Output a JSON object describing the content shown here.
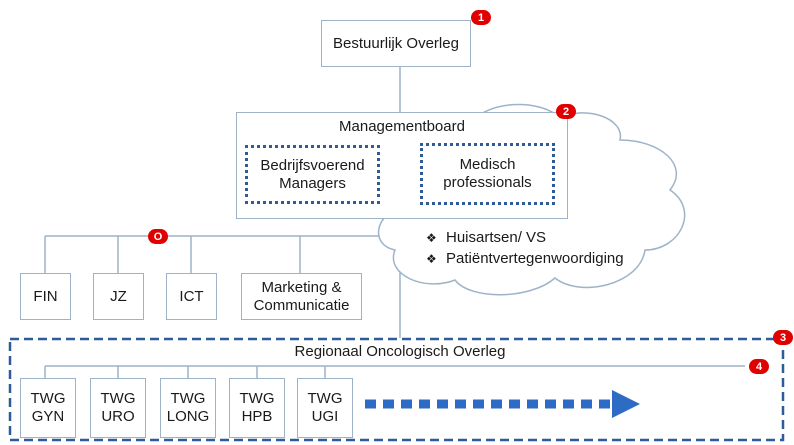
{
  "top": {
    "label": "Bestuurlijk Overleg",
    "badge": "1"
  },
  "management": {
    "title": "Managementboard",
    "badge": "2",
    "managers": "Bedrijfsvoerend Managers",
    "professionals": "Medisch professionals"
  },
  "cloud": {
    "bullets": [
      {
        "icon": "diamond-bullet-icon",
        "text": "Huisartsen/ VS"
      },
      {
        "icon": "diamond-bullet-icon",
        "text": "Patiëntvertegenwoordiging"
      }
    ]
  },
  "support": {
    "badge": "O",
    "units": [
      "FIN",
      "JZ",
      "ICT",
      "Marketing & Communicatie"
    ]
  },
  "regional": {
    "title": "Regionaal Oncologisch Overleg",
    "badge": "3",
    "line_badge": "4",
    "groups": [
      {
        "line1": "TWG",
        "line2": "GYN"
      },
      {
        "line1": "TWG",
        "line2": "URO"
      },
      {
        "line1": "TWG",
        "line2": "LONG"
      },
      {
        "line1": "TWG",
        "line2": "HPB"
      },
      {
        "line1": "TWG",
        "line2": "UGI"
      }
    ]
  },
  "colors": {
    "badge": "#e00000",
    "dotted_border": "#2e5b9a",
    "box_border": "#9fb3c8",
    "arrow": "#2e6bc4"
  }
}
